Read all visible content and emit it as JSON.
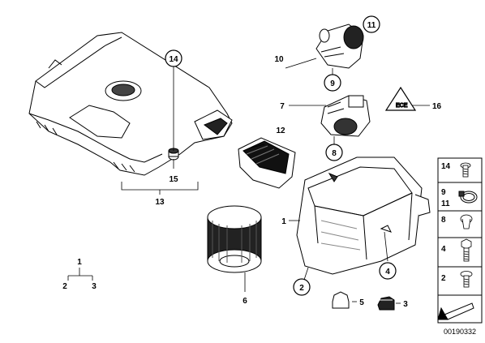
{
  "diagram": {
    "callouts": {
      "c1": "1",
      "c2": "2",
      "c3": "3",
      "c4": "4",
      "c5": "5",
      "c6": "6",
      "c7": "7",
      "c8": "8",
      "c9": "9",
      "c10": "10",
      "c11": "11",
      "c12": "12",
      "c13": "13",
      "c14": "14",
      "c15": "15",
      "c16": "16"
    },
    "legend_top": {
      "a": "1",
      "b": "2",
      "c": "3"
    },
    "parts_panel": [
      {
        "label": "14",
        "icon": "screw-icon"
      },
      {
        "label": "9",
        "label2": "11",
        "icon": "hose-clamp-icon"
      },
      {
        "label": "8",
        "icon": "grommet-screw-icon"
      },
      {
        "label": "4",
        "icon": "bolt-icon"
      },
      {
        "label": "2",
        "icon": "screw-washer-icon"
      },
      {
        "label": "",
        "icon": "arrow-icon"
      }
    ],
    "diagram_number": "00190332",
    "colors": {
      "line": "#000000",
      "fill": "#ffffff",
      "panel_border": "#000000"
    }
  }
}
